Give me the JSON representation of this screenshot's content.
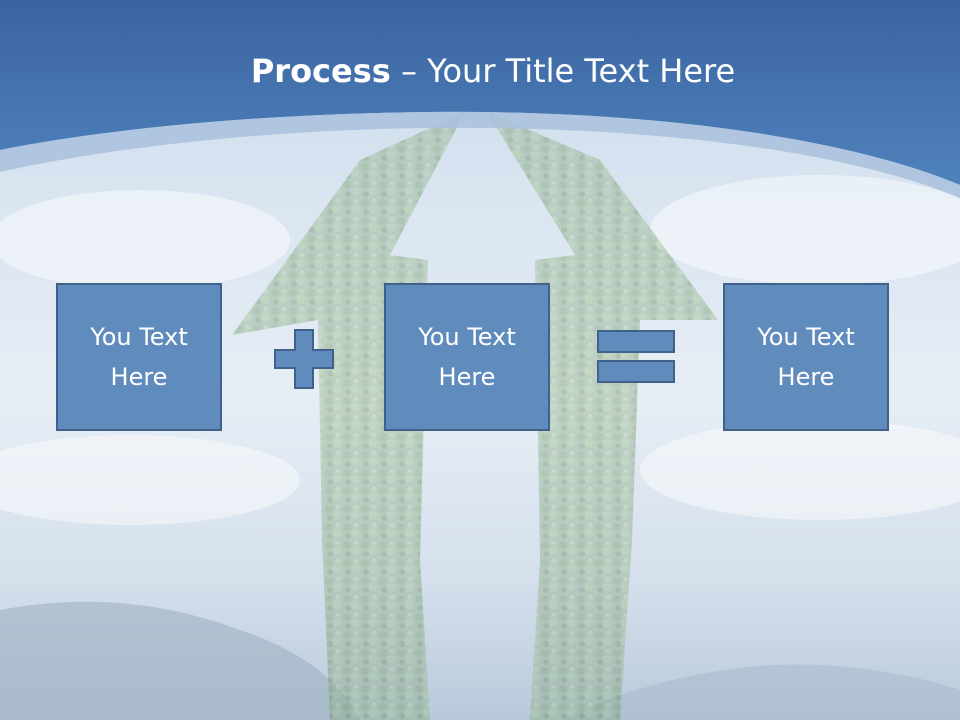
{
  "title": {
    "bold": "Process",
    "dash": " – ",
    "rest": "Your Title Text Here"
  },
  "boxes": [
    {
      "text": "You Text Here"
    },
    {
      "text": "You Text Here"
    },
    {
      "text": "You Text Here"
    }
  ],
  "operators": [
    "plus-icon",
    "equals-icon"
  ],
  "colors": {
    "header": "#3d6ea5",
    "box_fill": "#5f8bbd",
    "box_border": "#40628a",
    "text": "#ffffff"
  }
}
